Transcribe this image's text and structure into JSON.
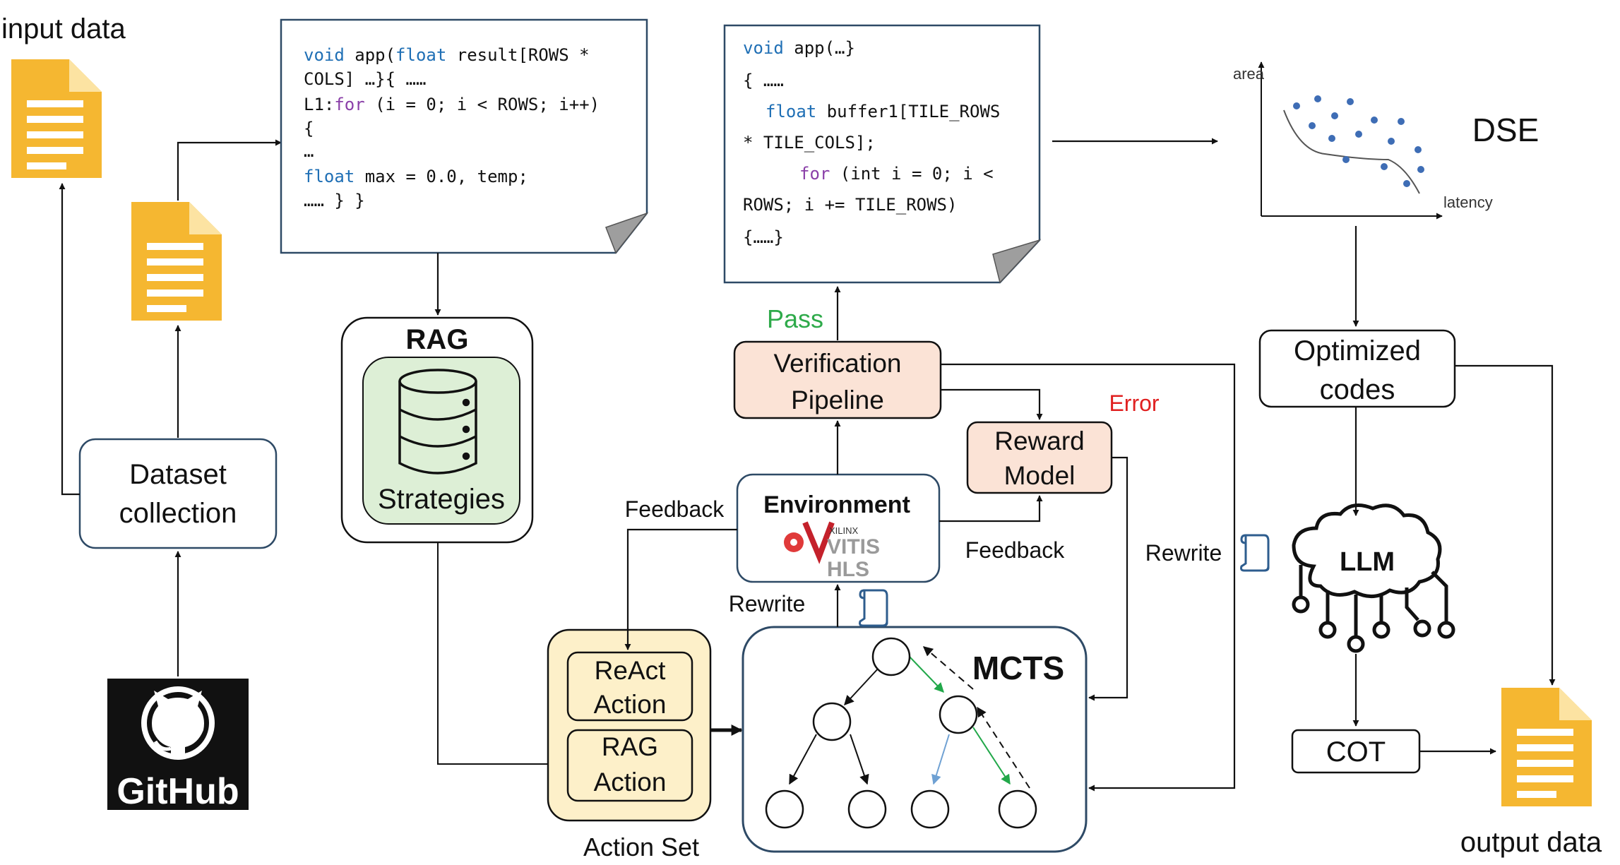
{
  "labels": {
    "input_data": "input data",
    "output_data": "output data",
    "dataset_collection": [
      "Dataset",
      "collection"
    ],
    "github": "GitHub",
    "rag_title": "RAG",
    "rag_strategies": "Strategies",
    "verification": [
      "Verification",
      "Pipeline"
    ],
    "pass": "Pass",
    "error": "Error",
    "reward_model": [
      "Reward",
      "Model"
    ],
    "environment": "Environment",
    "xilinx": "XILINX",
    "vitis": "VITIS",
    "hls": "HLS",
    "feedback_left": "Feedback",
    "feedback_right": "Feedback",
    "rewrite_left": "Rewrite",
    "rewrite_right": "Rewrite",
    "react_action": [
      "ReAct",
      "Action"
    ],
    "rag_action": [
      "RAG",
      "Action"
    ],
    "action_set": "Action Set",
    "mcts": "MCTS",
    "dse": "DSE",
    "dse_area": "area",
    "dse_latency": "latency",
    "optimized_codes": [
      "Optimized",
      "codes"
    ],
    "llm": "LLM",
    "cot": "COT"
  },
  "code_left": {
    "line1_kw1": "void",
    "line1_mid": " app(",
    "line1_kw2": "float",
    "line1_tail": " result[ROWS *",
    "line2": "COLS] …}{ ……",
    "line3_pre": "L1:",
    "line3_kw": "for",
    "line3_tail": " (i = 0; i < ROWS; i++)",
    "line4": "{",
    "line5": "…",
    "line6_kw": "float",
    "line6_tail": " max = 0.0, temp;",
    "line7": "…… } }"
  },
  "code_right": {
    "line1_kw": "void",
    "line1_tail": " app(…}",
    "line2": "{ ……",
    "line3_kw": "float",
    "line3_tail": " buffer1[TILE_ROWS",
    "line4": "* TILE_COLS];",
    "line5_kw": "for",
    "line5_tail": " (int i = 0; i <",
    "line6": "ROWS; i += TILE_ROWS)",
    "line7": "{……}"
  },
  "colors": {
    "doc_yellow": "#F5B731",
    "verify_fill": "#FBE3D6",
    "reward_fill": "#FBE3D6",
    "rag_inner_fill": "#DDEFD6",
    "action_fill": "#FDF0C9",
    "pass_green": "#2EAA4A",
    "error_red": "#E02020",
    "scroll_blue": "#2E5D8E",
    "scatter_dot": "#3E6DB5",
    "tree_green": "#22A84A",
    "tree_blue": "#6FA1D3"
  },
  "icons": [
    "document-icon",
    "github-icon",
    "database-icon",
    "scroll-icon",
    "brain-icon",
    "vitis-logo"
  ]
}
